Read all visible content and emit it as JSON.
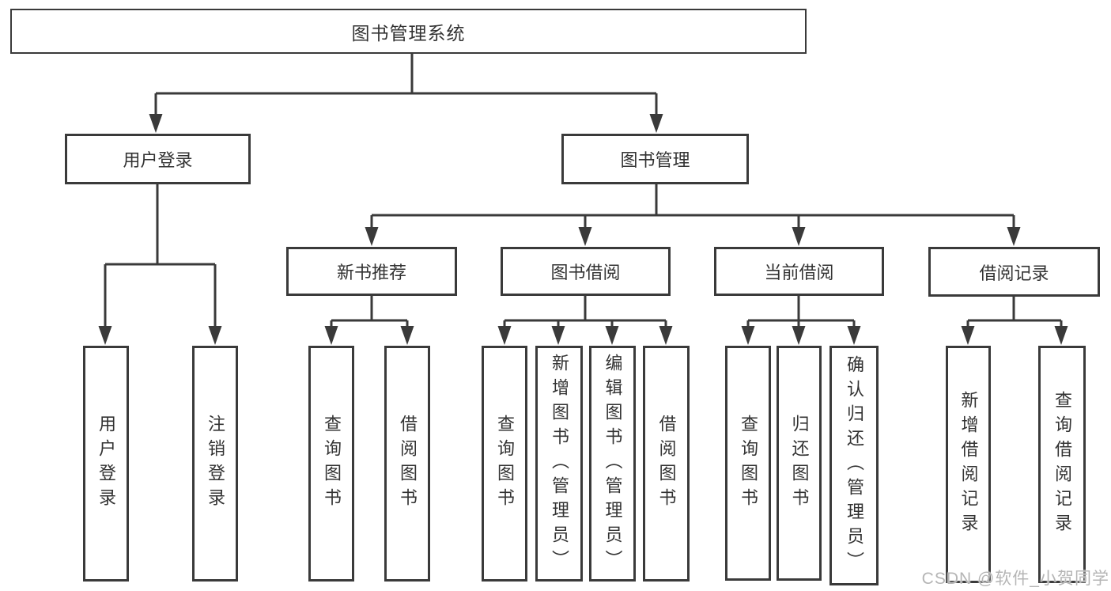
{
  "nodes": {
    "root": "图书管理系统",
    "level2": [
      "用户登录",
      "图书管理"
    ],
    "level3": [
      "新书推荐",
      "图书借阅",
      "当前借阅",
      "借阅记录"
    ],
    "leaves": [
      "用户登录",
      "注销登录",
      "查询图书",
      "借阅图书",
      "查询图书",
      "新增图书（管理员）",
      "编辑图书（管理员）",
      "借阅图书",
      "查询图书",
      "归还图书",
      "确认归还（管理员）",
      "新增借阅记录",
      "查询借阅记录"
    ]
  },
  "watermark": "CSDN @软件_小贺同学",
  "colors": {
    "line": "#3a3a3a",
    "text": "#333333",
    "watermark": "#b5b5b5"
  }
}
